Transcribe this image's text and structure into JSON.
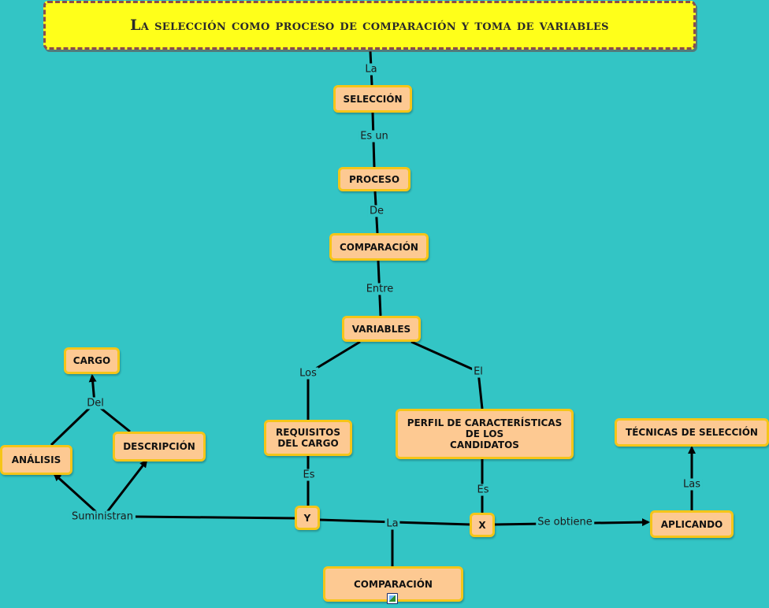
{
  "title": "La selección como proceso de comparación y toma de variables",
  "nodes": {
    "seleccion": "SELECCIÓN",
    "proceso": "PROCESO",
    "comparacion_top": "COMPARACIÓN",
    "variables": "VARIABLES",
    "requisitos_line1": "REQUISITOS",
    "requisitos_line2": "DEL CARGO",
    "perfil_line1": "PERFIL DE CARACTERÍSTICAS",
    "perfil_line2": "DE LOS",
    "perfil_line3": "CANDIDATOS",
    "cargo": "CARGO",
    "descripcion": "DESCRIPCIÓN",
    "analisis": "ANÁLISIS",
    "y": "Y",
    "x": "X",
    "comparacion_bottom": "COMPARACIÓN",
    "aplicando": "APLICANDO",
    "tecnicas": "TÉCNICAS DE SELECCIÓN"
  },
  "links": {
    "la_top": "La",
    "es_un": "Es un",
    "de": "De",
    "entre": "Entre",
    "los": "Los",
    "el": "El",
    "del": "Del",
    "es_left": "Es",
    "es_right": "Es",
    "suministran": "Suministran",
    "la_bottom": "La",
    "se_obtiene": "Se obtiene",
    "las": "Las"
  },
  "colors": {
    "background": "#33c5c5",
    "node_fill": "#fdc992",
    "node_border": "#f5c518",
    "title_fill": "#ffff1a",
    "title_border": "#8b4c4c",
    "line": "#000000"
  },
  "icons": [
    "image-icon"
  ]
}
